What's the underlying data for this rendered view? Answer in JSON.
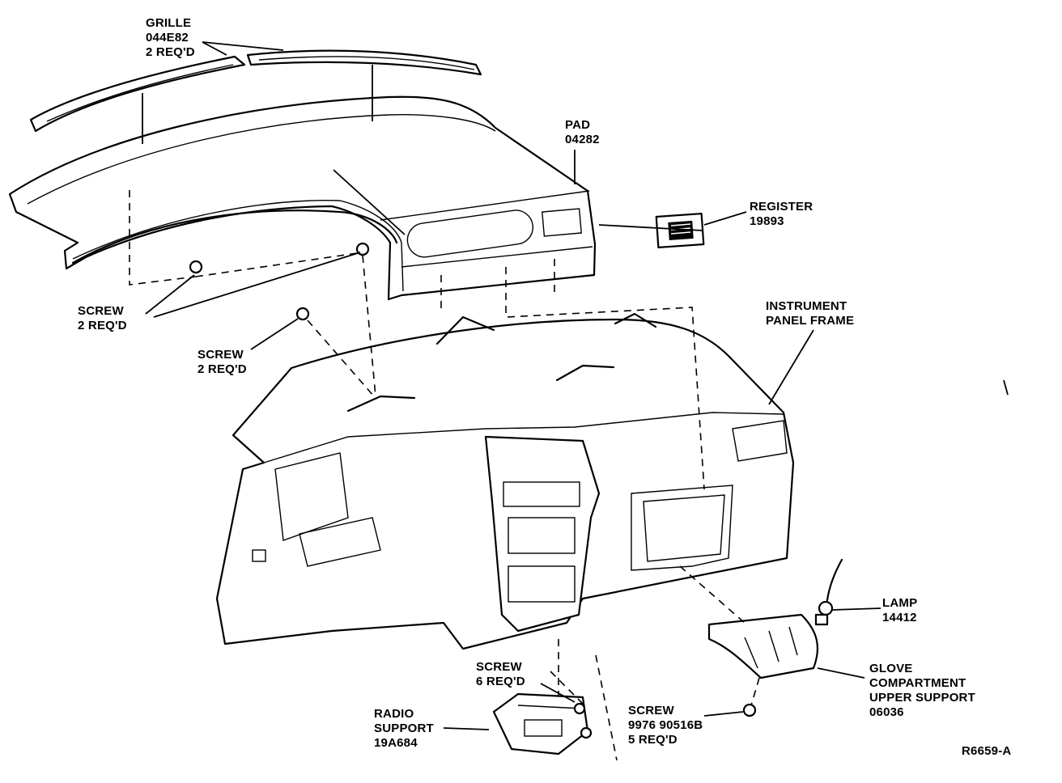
{
  "figure_code": "R6659-A",
  "callouts": {
    "grille": {
      "name": "GRILLE",
      "part": "044E82",
      "qty": "2 REQ'D"
    },
    "pad": {
      "name": "PAD",
      "part": "04282"
    },
    "register": {
      "name": "REGISTER",
      "part": "19893"
    },
    "screw_top": {
      "name": "SCREW",
      "qty": "2 REQ'D"
    },
    "screw_mid": {
      "name": "SCREW",
      "qty": "2 REQ'D"
    },
    "frame": {
      "line1": "INSTRUMENT",
      "line2": "PANEL FRAME"
    },
    "lamp": {
      "name": "LAMP",
      "part": "14412"
    },
    "glove": {
      "line1": "GLOVE",
      "line2": "COMPARTMENT",
      "line3": "UPPER SUPPORT",
      "part": "06036"
    },
    "screw_six": {
      "name": "SCREW",
      "qty": "6 REQ'D"
    },
    "screw_five": {
      "name": "SCREW",
      "part": "9976 90516B",
      "qty": "5 REQ'D"
    },
    "radio": {
      "line1": "RADIO",
      "line2": "SUPPORT",
      "part": "19A684"
    }
  }
}
